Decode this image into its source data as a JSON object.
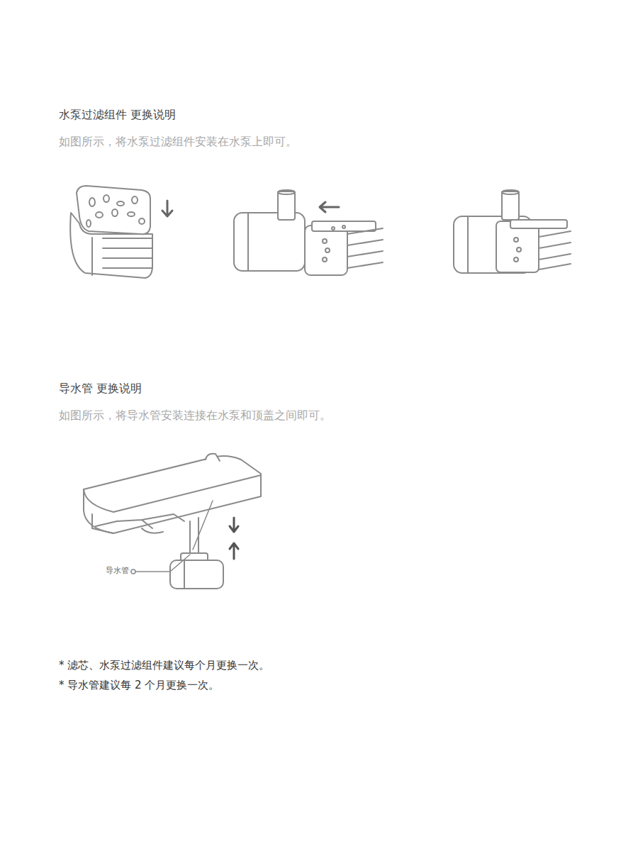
{
  "diagram": {
    "labels": [
      "水泵过滤组件 更换说明",
      "如图所示，将水泵过滤组件安装在水泵上即可。",
      "导水管 更换说明",
      "如图所示，将导水管安装连接在水泵和顶盖之间即可。",
      "导水管",
      "* 滤芯、水泵过滤组件建议每个月更换一次。",
      "* 导水管建议每 2 个月更换一次。"
    ]
  }
}
